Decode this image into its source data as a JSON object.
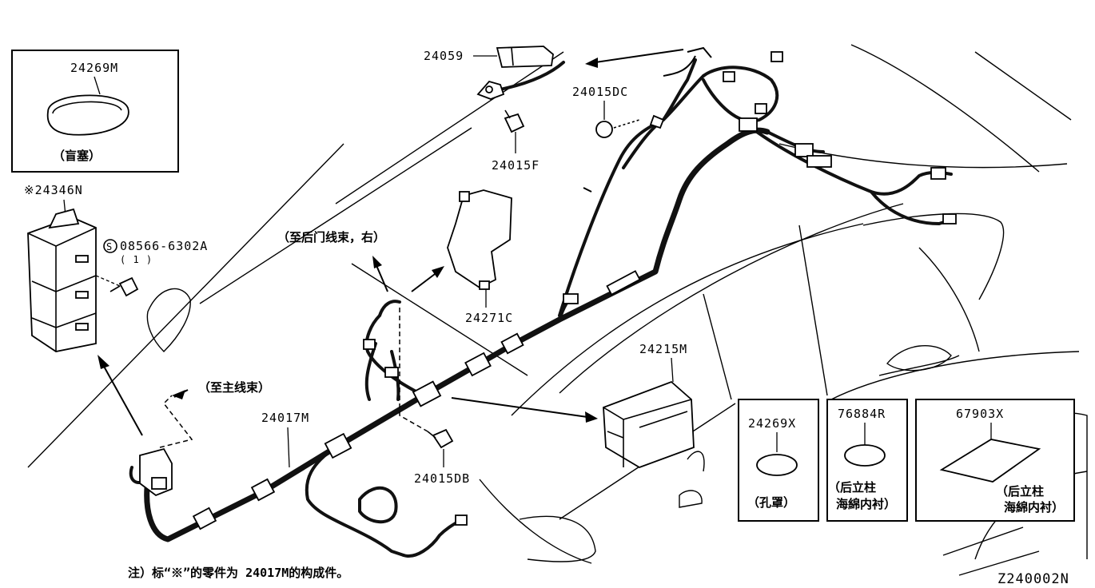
{
  "labels": {
    "p24269m": "24269M",
    "p24269m_note": "（盲塞）",
    "p24346n": "※24346N",
    "p08566": "08566-6302A",
    "p08566_qty": "( 1 )",
    "p08566_prefix": "S",
    "p24059": "24059",
    "p24015dc": "24015DC",
    "p24015f": "24015F",
    "p24271c": "24271C",
    "p24215m": "24215M",
    "p24017m": "24017M",
    "p24015db": "24015DB",
    "to_rear_door": "（至后门线束，右）",
    "to_main": "（至主线束）",
    "footnote": "注）标“※”的零件为 24017M的构成件。",
    "drawing_code": "Z240002N"
  },
  "inset_boxes": [
    {
      "part": "24269X",
      "note": "（孔罩）"
    },
    {
      "part": "76884R",
      "note1": "（后立柱",
      "note2": "海綿内衬）"
    },
    {
      "part": "67903X",
      "note1": "（后立柱",
      "note2": "海綿内衬）"
    }
  ]
}
